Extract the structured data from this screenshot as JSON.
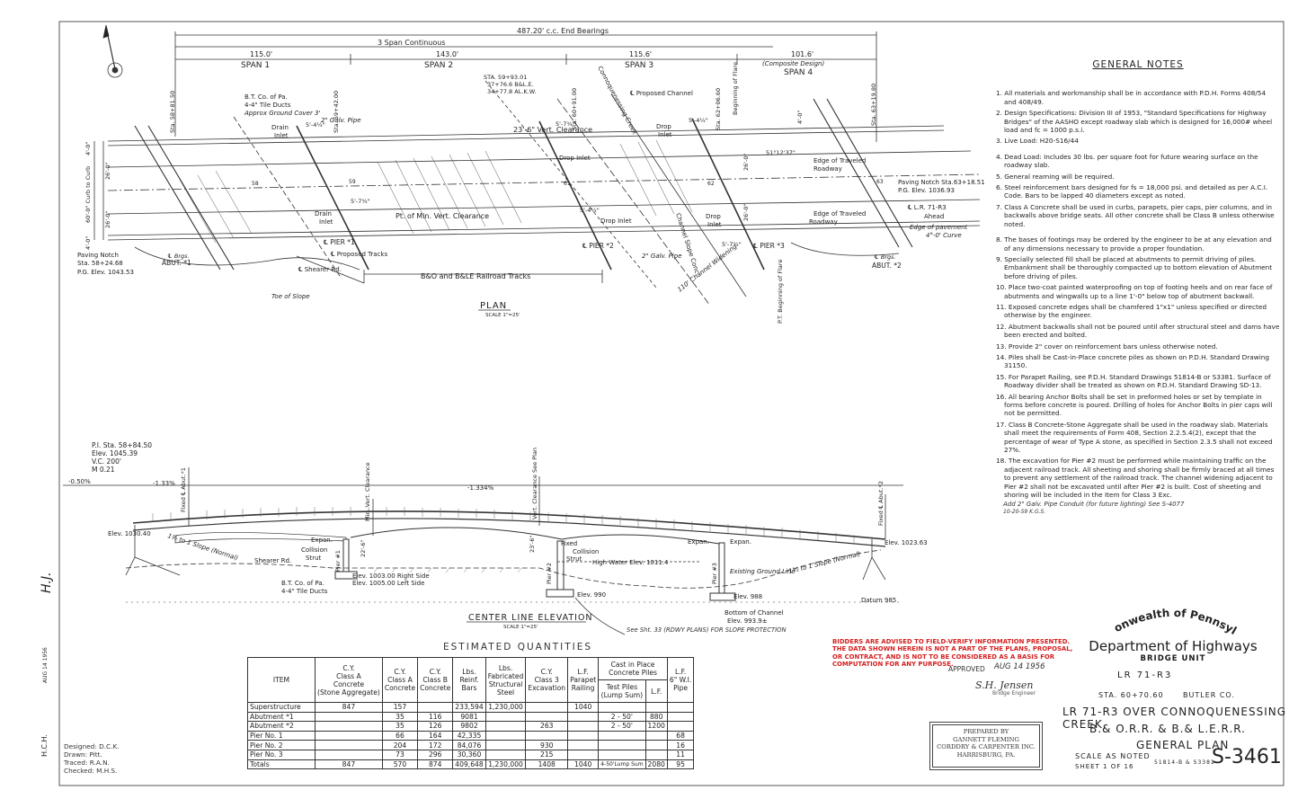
{
  "plan": {
    "end_bearings": "487.20' c.c. End Bearings",
    "continuous": "3 Span Continuous",
    "spans": [
      {
        "length": "115.0'",
        "label": "SPAN 1"
      },
      {
        "length": "143.0'",
        "label": "SPAN 2"
      },
      {
        "length": "115.6'",
        "label": "SPAN 3"
      },
      {
        "length": "101.6'",
        "label": "SPAN 4",
        "note": "(Composite Design)"
      }
    ],
    "stations": [
      "Sta. 58+81.50",
      "Sta. 59+42.00",
      "Sta. 60+91.00",
      "Sta. 62+06.60",
      "Sta. 63+19.80"
    ],
    "labels": {
      "title": "PLAN",
      "scale": "SCALE 1\"=25'",
      "tile_ducts": "B.T. Co. of Pa.",
      "tile_ducts2": "4-4\" Tile Ducts",
      "tile_ducts3": "Approx Ground Cover 3'",
      "drain1": "Drain",
      "drain1b": "Inlet",
      "drain2": "Drain",
      "drain2b": "Inlet",
      "drop1": "Drop",
      "drop1b": "Inlet",
      "drop_inlet": "Drop Inlet",
      "drop_inlet2": "Drop Inlet",
      "drop2": "Drop",
      "drop2b": "Inlet",
      "clear_vert": "23'-6\" Vert. Clearance",
      "clear_min": "Pt. of Min. Vert. Clearance",
      "proposed_channel": "℄ Proposed Channel",
      "creek": "Connoquenessing Creek",
      "sta_int": "STA. 59+93.01",
      "sta_int2": "37+76.6 B&L.E.",
      "sta_int3": "34+77.8 AL.K.W.",
      "gal_pipe": "2\" Galv. Pipe",
      "gal_pipe2": "2\" Galv. Pipe",
      "paving_l": "Paving Notch",
      "paving_l2": "Sta. 58+24.68",
      "paving_l3": "P.G. Elev. 1043.53",
      "paving_r": "Paving Notch Sta.63+18.51",
      "paving_r2": "P.G. Elev. 1036.93",
      "lr": "℄ L.R. 71-R3",
      "ahead": "Ahead",
      "edge_pave": "Edge of pavement",
      "curve": "4°-0' Curve",
      "edge_trav1": "Edge of Traveled",
      "edge_trav1b": "Roadway",
      "edge_trav2": "Edge of Traveled",
      "edge_trav2b": "Roadway",
      "pier1": "℄ PIER *1",
      "pier2": "℄ PIER *2",
      "pier3": "℄ PIER *3",
      "abut1": "ABUT. *1",
      "abut2": "ABUT. *2",
      "brgs1": "℄ Brgs.",
      "brgs2": "℄ Brgs.",
      "shearer": "℄ Shearer Rd.",
      "proposed_tracks": "℄ Proposed Tracks",
      "toe_slope": "Toe of Slope",
      "railroad": "B&O and B&LE Railroad Tracks",
      "channel_slope": "Channel Slope Conc.",
      "channel_widen": "110' Channel Widening",
      "flare_begin": "Beginning of Flare",
      "flare_begin2": "P.T. Beginning of Flare",
      "dim_40": "4'-0\"",
      "dim_260": "26'-0\"",
      "dim_600": "60'-0\" Curb to Curb",
      "dim_260b": "26'-0\"",
      "dim_40b": "4'-0\"",
      "dim_r1": "4'-0\"",
      "dim_r2": "26'-0\"",
      "dim_r3": "26'-0\"",
      "sk1": "5'-4¼\"",
      "sk2": "5'-7¾\"",
      "sk3": "5'-4¼\"",
      "sk4": "5'-7¾\"",
      "sk5": "5'-4¼\"",
      "sk6": "5'-7¾\"",
      "angle": "51°12'37\"",
      "n58": "58",
      "n59": "59",
      "n61": "61",
      "n62": "62",
      "n63": "63"
    }
  },
  "elevation": {
    "title": "CENTER LINE ELEVATION",
    "scale": "SCALE 1\"=25'",
    "pi_sta": "P.I. Sta. 58+84.50",
    "pi_elev": "Elev. 1045.39",
    "vc": "V.C. 200'",
    "m": "M 0.21",
    "grade1": "-0.50%",
    "grade2": "-1.33%",
    "grade3": "-1.334%",
    "elev_left": "Elev. 1030.40",
    "elev_right": "Elev. 1023.63",
    "slope_l": "1½ to 1 Slope (Normal)",
    "slope_r": "1½ to 1 Slope (Normal)",
    "expan1": "Expan.",
    "expan2": "Expan.",
    "expan3": "Expan.",
    "fixed1": "Fixed",
    "fixed2": "Fixed",
    "fixed_abut1": "Fixed ℄ Abut.*1",
    "fixed_abut2": "Fixed ℄ Abut.*2",
    "collision1": "Collision",
    "collision1b": "Strut",
    "collision2": "Collision",
    "collision2b": "Strut",
    "shearer": "Shearer Rd.",
    "bt_co": "B.T. Co. of Pa.",
    "bt_co2": "4-4\" Tile Ducts",
    "elev_1003": "Elev. 1003.00 Right Side",
    "elev_1005": "Elev. 1005.00 Left Side",
    "high_water": "High Water Elev. 1011.4",
    "ground": "Existing Ground Line",
    "elev_990": "Elev. 990",
    "elev_988": "Elev. 988",
    "datum": "Datum 985",
    "bottom": "Bottom of Channel",
    "bottom2": "Elev. 993.9±",
    "min_vert": "Min. Vert. Clearance",
    "vert_clear": "Vert. Clearance See Plan",
    "dim_226": "22'-6\"",
    "dim_235": "23'-6\"",
    "pier1": "Pier #1",
    "pier2": "Pier #2",
    "pier3": "Pier #3"
  },
  "ref_note": "See Sht. 33 (RDWY PLANS) FOR SLOPE PROTECTION",
  "field_note": "Add 2\" Galv. Pipe Conduit (for future lighting) See S-4077",
  "field_note_date": "10-20-59  K.G.S.",
  "notes": {
    "title": "GENERAL NOTES",
    "items": [
      "1. All materials and workmanship shall be in accordance with P.D.H. Forms 408/54 and 408/49.",
      "2. Design Specifications: Division III of 1953, \"Standard Specifications for Highway Bridges\" of the AASHO except roadway slab which is designed for 16,000# wheel load and fc = 1000 p.s.i.",
      "3. Live Load: H20-S16/44",
      "4. Dead Load: Includes 30 lbs. per square foot for future wearing surface on the roadway slab.",
      "5. General reaming will be required.",
      "6. Steel reinforcement bars designed for fs = 18,000 psi. and detailed as per A.C.I. Code. Bars to be lapped 40 diameters except as noted.",
      "7. Class A Concrete shall be used in curbs, parapets, pier caps, pier columns, and in backwalls above bridge seats. All other concrete shall be Class B unless otherwise noted.",
      "8. The bases of footings may be ordered by the engineer to be at any elevation and of any dimensions necessary to provide a proper foundation.",
      "9. Specially selected fill shall be placed at abutments to permit driving of piles. Embankment shall be thoroughly compacted up to bottom elevation of Abutment before driving of piles.",
      "10. Place two-coat painted waterproofing on top of footing heels and on rear face of abutments and wingwalls up to a line 1'-0\" below top of abutment backwall.",
      "11. Exposed concrete edges shall be chamfered 1\"x1\" unless specified or directed otherwise by the engineer.",
      "12. Abutment backwalls shall not be poured until after structural steel and dams have been erected and bolted.",
      "13. Provide 2\" cover on reinforcement bars unless otherwise noted.",
      "14. Piles shall be Cast-in-Place concrete piles as shown on P.D.H. Standard Drawing 31150.",
      "15. For Parapet Railing, see P.D.H. Standard Drawings 51814-B or S3381. Surface of Roadway divider shall be treated as shown on P.D.H. Standard Drawing SD-13.",
      "16. All bearing Anchor Bolts shall be set in preformed holes or set by template in forms before concrete is poured. Drilling of holes for Anchor Bolts in pier caps will not be permitted.",
      "17. Class B Concrete-Stone Aggregate shall be used in the roadway slab. Materials shall meet the requirements of Form 408, Section 2.2.5.4(2), except that the percentage of wear of Type A stone, as specified in Section 2.3.5 shall not exceed 27%.",
      "18. The excavation for Pier #2 must be performed while maintaining traffic on the adjacent railroad track. All sheeting and shoring shall be firmly braced at all times to prevent any settlement of the railroad track. The channel widening adjacent to Pier #2 shall not be excavated until after Pier #2 is built. Cost of sheeting and shoring will be included in the Item for Class 3 Exc."
    ]
  },
  "quantities": {
    "title": "ESTIMATED QUANTITIES",
    "headers": {
      "item": "ITEM",
      "c1a": "C.Y.",
      "c1b": "Class A",
      "c1c": "Concrete",
      "c1d": "(Stone Aggregate)",
      "c2a": "C.Y.",
      "c2b": "Class A",
      "c2c": "Concrete",
      "c3a": "C.Y.",
      "c3b": "Class B",
      "c3c": "Concrete",
      "c4a": "Lbs.",
      "c4b": "Reinf.",
      "c4c": "Bars",
      "c5a": "Lbs.",
      "c5b": "Fabricated",
      "c5c": "Structural",
      "c5d": "Steel",
      "c6a": "C.Y.",
      "c6b": "Class 3",
      "c6c": "Excavation",
      "c7a": "L.F.",
      "c7b": "Parapet",
      "c7c": "Railing",
      "c8a": "Cast in Place",
      "c8b": "Concrete Piles",
      "c8c": "Test Piles",
      "c8d": "(Lump Sum)",
      "c8e": "L.F.",
      "c9a": "L.F.",
      "c9b": "6\" W.I.",
      "c9c": "Pipe"
    },
    "rows": [
      {
        "item": "Superstructure",
        "a1": "847",
        "a2": "157",
        "b": "",
        "reinf": "233,594",
        "steel": "1,230,000",
        "exc": "",
        "rail": "1040",
        "test": "",
        "lf": "",
        "pipe": ""
      },
      {
        "item": "Abutment *1",
        "a1": "",
        "a2": "35",
        "b": "116",
        "reinf": "9081",
        "steel": "",
        "exc": "",
        "rail": "",
        "test": "2 - 50'",
        "lf": "880",
        "pipe": ""
      },
      {
        "item": "Abutment *2",
        "a1": "",
        "a2": "35",
        "b": "126",
        "reinf": "9802",
        "steel": "",
        "exc": "263",
        "rail": "",
        "test": "2 - 50'",
        "lf": "1200",
        "pipe": ""
      },
      {
        "item": "Pier No. 1",
        "a1": "",
        "a2": "66",
        "b": "164",
        "reinf": "42,335",
        "steel": "",
        "exc": "",
        "rail": "",
        "test": "",
        "lf": "",
        "pipe": "68"
      },
      {
        "item": "Pier No. 2",
        "a1": "",
        "a2": "204",
        "b": "172",
        "reinf": "84,076",
        "steel": "",
        "exc": "930",
        "rail": "",
        "test": "",
        "lf": "",
        "pipe": "16"
      },
      {
        "item": "Pier No. 3",
        "a1": "",
        "a2": "73",
        "b": "296",
        "reinf": "30,360",
        "steel": "",
        "exc": "215",
        "rail": "",
        "test": "",
        "lf": "",
        "pipe": "11"
      },
      {
        "item": "Totals",
        "a1": "847",
        "a2": "570",
        "b": "874",
        "reinf": "409,648",
        "steel": "1,230,000",
        "exc": "1408",
        "rail": "1040",
        "test": "4-50'Lump Sum",
        "lf": "2080",
        "pipe": "95"
      }
    ]
  },
  "disclaimer": "BIDDERS ARE ADVISED TO FIELD-VERIFY INFORMATION PRESENTED. THE DATA SHOWN HEREIN IS NOT A PART OF THE PLANS, PROPOSAL, OR CONTRACT, AND IS NOT TO BE CONSIDERED AS A BASIS FOR COMPUTATION FOR ANY PURPOSE.",
  "title_block": {
    "commonwealth": "Commonwealth of Pennsylvania",
    "department": "Department of Highways",
    "unit": "BRIDGE UNIT",
    "route": "LR 71-R3",
    "station": "STA. 60+70.60",
    "county": "BUTLER CO.",
    "line1": "LR 71-R3 OVER CONNOQUENESSING CREEK,",
    "line2": "B.& O.R.R.  &  B.& L.E.R.R.",
    "line3": "GENERAL PLAN",
    "scale": "SCALE AS NOTED",
    "sheet": "SHEET 1 OF 16",
    "std": "51814-B & S3381",
    "sheet_no": "S-3461",
    "approved": "APPROVED",
    "approved_date": "AUG 14 1956",
    "signature": "S.H. Jensen",
    "sig_title": "Bridge Engineer"
  },
  "prepared": {
    "line1": "PREPARED BY",
    "line2": "GANNETT FLEMING",
    "line3": "CORDDRY & CARPENTER INC.",
    "line4": "HARRISBURG, PA."
  },
  "designed": {
    "designed": "Designed: D.C.K.",
    "drawn": "Drawn: Pitt.",
    "traced": "Traced: R.A.N.",
    "checked": "Checked: M.H.S."
  },
  "margin_stamp": "AUG 14 1956",
  "margin_initials": "H.C.H."
}
